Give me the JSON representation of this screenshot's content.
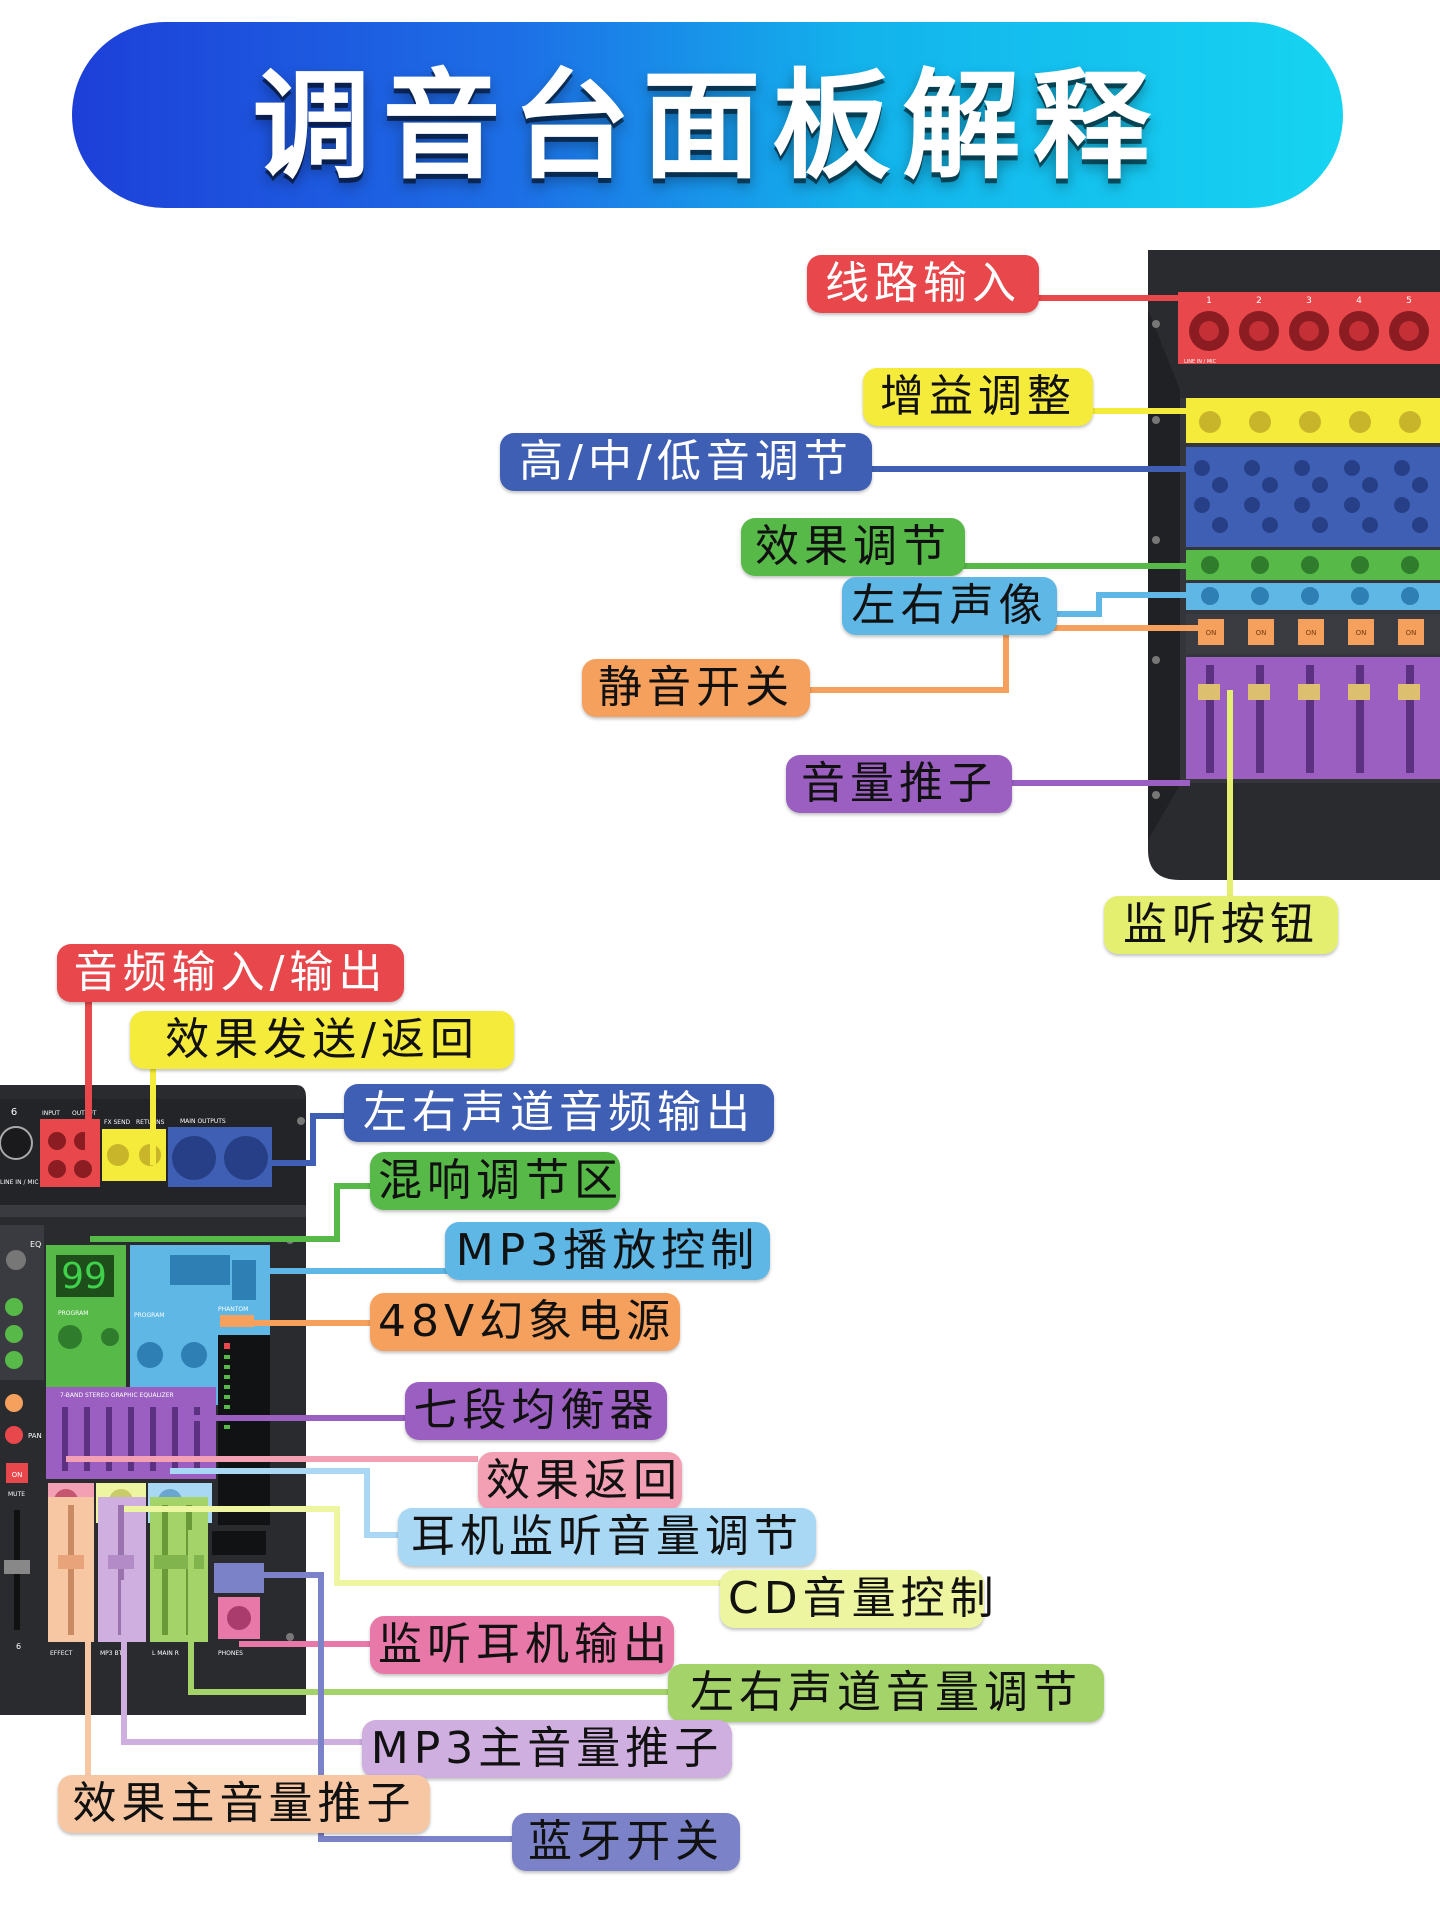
{
  "title": "调音台面板解释",
  "top_labels": {
    "line_input": "线路输入",
    "gain": "增益调整",
    "eq": "高/中/低音调节",
    "fx": "效果调节",
    "pan": "左右声像",
    "mute": "静音开关",
    "fader": "音量推子",
    "monitor": "监听按钮"
  },
  "bottom_labels": {
    "audio_io": "音频输入/输出",
    "fx_send_return": "效果发送/返回",
    "lr_output": "左右声道音频输出",
    "reverb": "混响调节区",
    "mp3": "MP3播放控制",
    "phantom": "48V幻象电源",
    "geq": "七段均衡器",
    "fx_return": "效果返回",
    "headphone_vol": "耳机监听音量调节",
    "cd_vol": "CD音量控制",
    "headphone_out": "监听耳机输出",
    "lr_vol": "左右声道音量调节",
    "mp3_fader": "MP3主音量推子",
    "fx_fader": "效果主音量推子",
    "bluetooth": "蓝牙开关"
  },
  "panel_text": {
    "channels": [
      "1",
      "2",
      "3",
      "4",
      "5"
    ],
    "line_in_mic": "LINE IN / MIC",
    "on": "ON",
    "channel_6": "6",
    "input": "INPUT",
    "output": "OUTPUT",
    "fx_send": "FX SEND",
    "returns": "RETURNS",
    "main_outputs": "MAIN OUTPUTS",
    "line_in_mic_6": "LINE IN / MIC",
    "eq": "EQ",
    "pan": "PAN",
    "mute": "MUTE",
    "effects_display": "99",
    "program": "PROGRAM",
    "phantom": "PHANTOM",
    "geq_title": "7-BAND STEREO GRAPHIC EQUALIZER",
    "effect": "EFFECT",
    "mp3_bt": "MP3 BT",
    "l_main_r": "L  MAIN  R",
    "phones": "PHONES"
  },
  "colors": {
    "red": "#e8474b",
    "yellow": "#f5eb3a",
    "blue": "#3f5fb4",
    "green": "#56b948",
    "lightblue": "#5fb7e6",
    "orange": "#f5a05c",
    "purple": "#9a5fc0",
    "lime": "#e4ee6f",
    "pink": "#f3a0b5",
    "paleblue": "#a9d8f5",
    "palelime": "#eef5a0",
    "magenta": "#e878a8",
    "lightgreen": "#a4d36a",
    "lavender": "#cfaee0",
    "peach": "#f7c7a4",
    "slate": "#7b82c7"
  }
}
